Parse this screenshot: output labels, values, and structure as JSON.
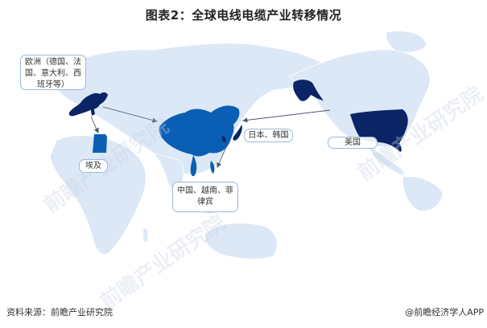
{
  "title": "图表2：全球电线电缆产业转移情况",
  "colors": {
    "land": "#dce8f6",
    "land_border": "#ffffff",
    "dark_region": "#0b2465",
    "mid_region": "#0a5fb5",
    "arrow": "#4a5670",
    "label_border": "#9cb7da"
  },
  "labels": {
    "europe": "欧洲（德国、法国、意大利、西班牙等）",
    "egypt": "埃及",
    "china_sea": "中国、越南、菲律宾",
    "japan_korea": "日本、韩国",
    "usa": "美国"
  },
  "regions": [
    {
      "name": "欧洲（德国、法国、意大利、西班牙等）",
      "color": "dark"
    },
    {
      "name": "美国",
      "color": "dark"
    },
    {
      "name": "日本、韩国",
      "color": "dark"
    },
    {
      "name": "中国、越南、菲律宾",
      "color": "mid"
    },
    {
      "name": "埃及",
      "color": "mid"
    }
  ],
  "flows": [
    {
      "from": "欧洲",
      "to": "中国"
    },
    {
      "from": "欧洲",
      "to": "埃及"
    },
    {
      "from": "美国",
      "to": "中国"
    },
    {
      "from": "日本、韩国",
      "to": "越南、菲律宾"
    }
  ],
  "watermark": "前瞻产业研究院",
  "footer": {
    "source": "资料来源：前瞻产业研究院",
    "credit": "@前瞻经济学人APP"
  }
}
